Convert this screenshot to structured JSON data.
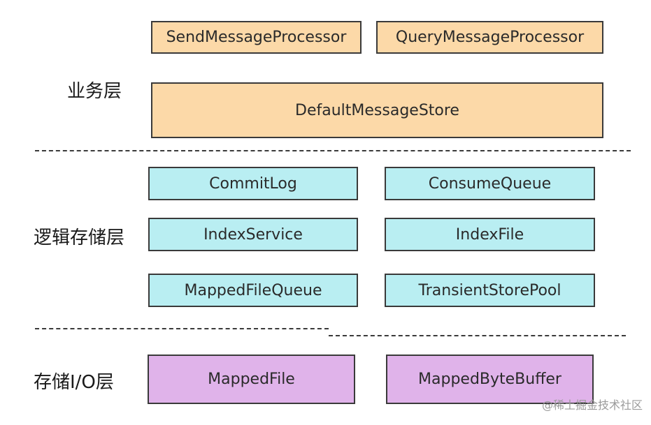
{
  "layers": {
    "business": "业务层",
    "logical_storage": "逻辑存储层",
    "storage_io": "存储I/O层"
  },
  "business_boxes": {
    "send_message_processor": "SendMessageProcessor",
    "query_message_processor": "QueryMessageProcessor",
    "default_message_store": "DefaultMessageStore"
  },
  "logical_boxes": {
    "commit_log": "CommitLog",
    "consume_queue": "ConsumeQueue",
    "index_service": "IndexService",
    "index_file": "IndexFile",
    "mapped_file_queue": "MappedFileQueue",
    "transient_store_pool": "TransientStorePool"
  },
  "io_boxes": {
    "mapped_file": "MappedFile",
    "mapped_byte_buffer": "MappedByteBuffer"
  },
  "watermark": "@稀土掘金技术社区",
  "colors": {
    "business_fill": "#fcd9a8",
    "logical_fill": "#b9eef2",
    "io_fill": "#e0b3ea",
    "border": "#3a3a3a"
  }
}
